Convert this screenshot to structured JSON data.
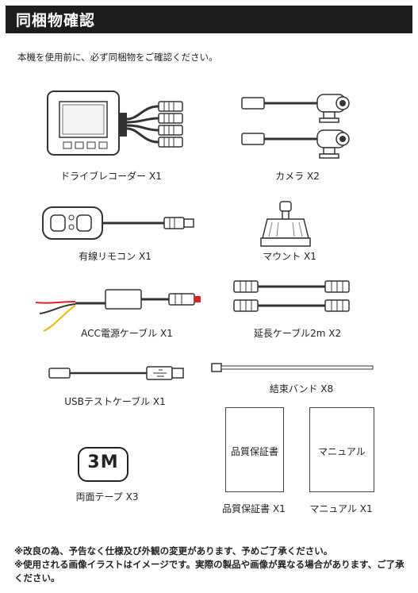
{
  "header": {
    "title": "同梱物確認"
  },
  "intro": "本機を使用前に、必ず同梱物をご確認ください。",
  "items": {
    "recorder": "ドライブレコーダー X1",
    "camera": "カメラ X2",
    "remote": "有線リモコン X1",
    "mount": "マウント X1",
    "acc_cable": "ACC電源ケーブル X1",
    "ext_cable": "延長ケーブル2m X2",
    "usb_cable": "USBテストケーブル X1",
    "cable_tie": "結束バンド X8",
    "tape": "両面テープ X3",
    "warranty": "品質保証書 X1",
    "manual": "マニュアル X1"
  },
  "tape_mark": "3M",
  "warranty_box_text": "品質保証書",
  "manual_box_text": "マニュアル",
  "notes": [
    "※改良の為、予告なく仕様及び外観の変更があります、予めご了承ください。",
    "※使用される画像イラストはイメージです。実際の製品や画像が異なる場合があります、ご了承ください。"
  ]
}
